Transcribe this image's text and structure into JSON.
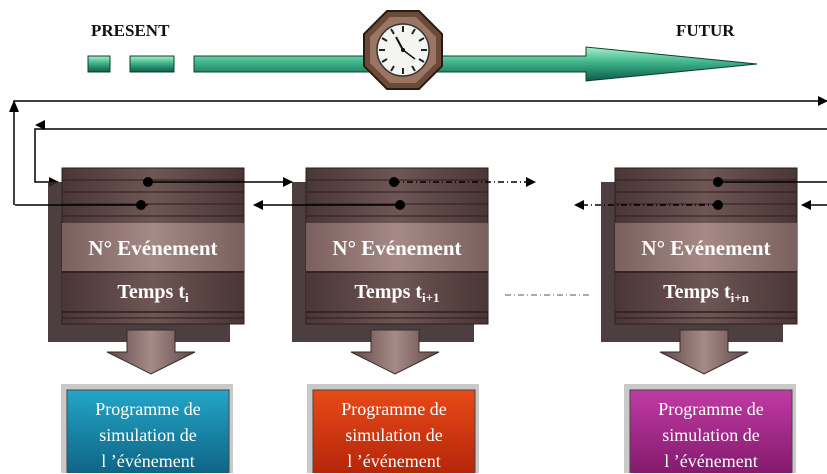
{
  "timeline": {
    "present_label": "PRESENT",
    "future_label": "FUTUR",
    "colors": {
      "arrow_light": "#7fe0b0",
      "arrow_dark": "#0b5a48",
      "clock_frame": "#6b4a3a"
    }
  },
  "events": [
    {
      "event_label": "N° Evénement",
      "time_label": "Temps t",
      "time_subscript": "i",
      "program_lines": [
        "Programme de",
        "simulation de",
        "l ’événement"
      ],
      "program_color": "#1a86a8"
    },
    {
      "event_label": "N° Evénement",
      "time_label": "Temps t",
      "time_subscript": "i+1",
      "program_lines": [
        "Programme de",
        "simulation de",
        "l ’événement"
      ],
      "program_color": "#d83a10"
    },
    {
      "event_label": "N° Evénement",
      "time_label": "Temps t",
      "time_subscript": "i+n",
      "program_lines": [
        "Programme de",
        "simulation de",
        "l ’événement"
      ],
      "program_color": "#a8268a"
    }
  ],
  "colors": {
    "block_top": "#5a4444",
    "block_mid": "#8d6f6b",
    "block_light": "#a98d88",
    "block_edge": "#2b1f1f",
    "connector": "#000000"
  }
}
